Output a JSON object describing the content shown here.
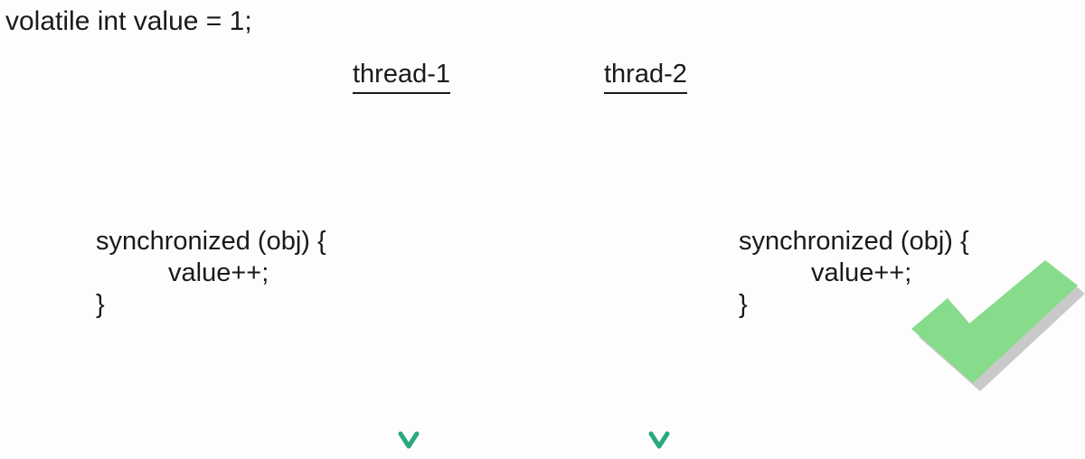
{
  "declaration": "volatile int value = 1;",
  "threads": [
    {
      "label": "thread-1",
      "code": {
        "open": "synchronized (obj) {",
        "body": "value++;",
        "close": "}"
      }
    },
    {
      "label": "thrad-2",
      "code": {
        "open": "synchronized (obj) {",
        "body": "value++;",
        "close": "}"
      }
    }
  ],
  "colors": {
    "arrow": "#2aa882",
    "check": "#86dc8a",
    "check_shadow": "#c9c9c9",
    "text": "#1a1a1a",
    "background": "#fdfdfd"
  },
  "icons": {
    "check": "checkmark-icon"
  }
}
